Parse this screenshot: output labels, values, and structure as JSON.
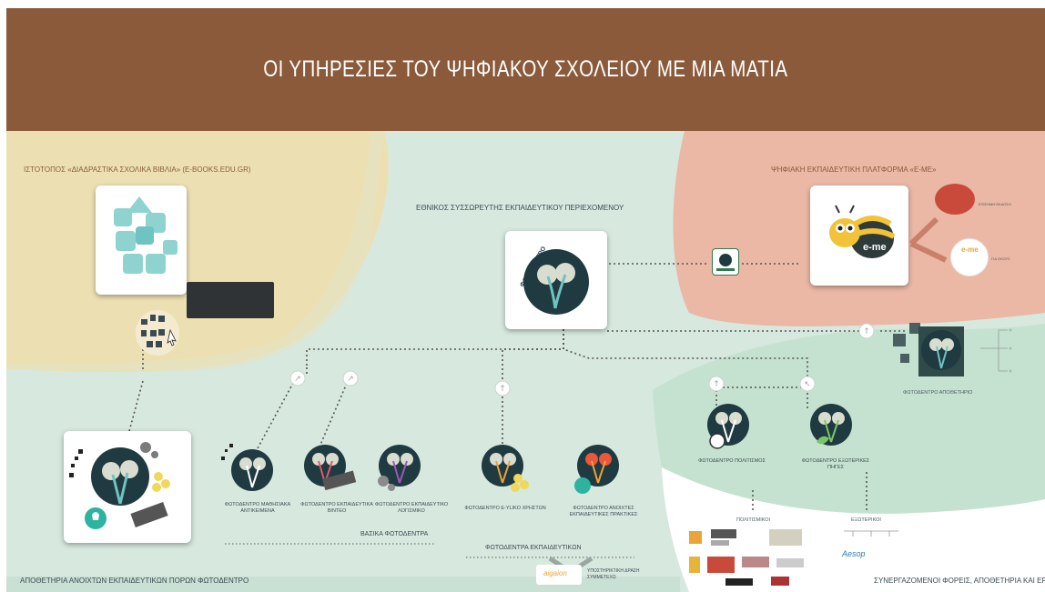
{
  "title": "ΟΙ ΥΠΗΡΕΣΙΕΣ ΤΟΥ ΨΗΦΙΑΚΟΥ ΣΧΟΛΕΙΟΥ ΜΕ ΜΙΑ ΜΑΤΙΑ",
  "colors": {
    "banner": "#8a5a3a",
    "yellow_zone": "#ecdfb0",
    "green_zone": "#cfe5d8",
    "pink_zone": "#eab6a3",
    "teal_node": "#1f3a40",
    "accent_orange": "#e9583a"
  },
  "ebooks": {
    "label": "ΙΣΤΟΤΟΠΟΣ «ΔΙΑΔΡΑΣΤΙΚΑ ΣΧΟΛΙΚΑ ΒΙΒΛΙΑ» (E-BOOKS.EDU.GR)",
    "icon": "puzzle-logo-icon"
  },
  "aggregator": {
    "label": "ΕΘΝΙΚΟΣ ΣΥΣΣΩΡΕΥΤΗΣ ΕΚΠΑΙΔΕΥΤΙΚΟΥ ΠΕΡΙΕΧΟΜΕΝΟΥ",
    "logo_text": "ΦΩΤΟΔΕΝΤΡΟ"
  },
  "eme": {
    "label": "ΨΗΦΙΑΚΗ ΕΚΠΑΙΔΕΥΤΙΚΗ ΠΛΑΤΦΟΡΜΑ «E-ME»",
    "logo_text": "e-me",
    "small_logo_text": "e-me",
    "side_labels": [
      "ΕΠΙΣΗΜΗ ΕΚΔΟΣΗ",
      "ΓΙΑ ΟΛΟΥΣ"
    ]
  },
  "nodes": [
    {
      "label": "ΦΩΤΟΔΕΝΤΡΟ ΜΑΘΗΣΙΑΚΑ ΑΝΤΙΚΕΙΜΕΝΑ",
      "color": "#ffffff"
    },
    {
      "label": "ΦΩΤΟΔΕΝΤΡΟ ΕΚΠΑΙΔΕΥΤΙΚΑ ΒΙΝΤΕΟ",
      "color": "#e05a6a"
    },
    {
      "label": "ΦΩΤΟΔΕΝΤΡΟ ΕΚΠΑΙΔΕΥΤΙΚΟ ΛΟΓΙΣΜΙΚΟ",
      "color": "#9b59b6"
    },
    {
      "label": "ΦΩΤΟΔΕΝΤΡΟ E-YLIKO ΧΡΗΣΤΩΝ",
      "color": "#e8a23a"
    },
    {
      "label": "ΦΩΤΟΔΕΝΤΡΟ ΑΝΟΙΧΤΕΣ ΕΚΠΑΙΔΕΥΤΙΚΕΣ ΠΡΑΚΤΙΚΕΣ",
      "color": "#e9583a"
    },
    {
      "label": "ΦΩΤΟΔΕΝΤΡΟ ΠΟΛΙΤΙΣΜΟΣ",
      "color": "#ffffff"
    },
    {
      "label": "ΦΩΤΟΔΕΝΤΡΟ ΕΞΩΤΕΡΙΚΕΣ ΠΗΓΕΣ",
      "color": "#7cc46a"
    }
  ],
  "groups": {
    "basic": "ΒΑΣΙΚΑ ΦΩΤΟΔΕΝΤΡΑ",
    "educational": "ΦΩΤΟΔΕΝΤΡΑ ΕΚΠΑΙΔΕΥΤΙΚΩΝ",
    "repository": "ΦΩΤΟΔΕΝΤΡΟ ΑΠΟΘΕΤΗΡΙΟ",
    "cultural": "ΠΟΛΙΤΙΣΜΙΚΟΙ",
    "external": "ΕΞΩΤΕΡΙΚΟΙ"
  },
  "bottom": {
    "left": "ΑΠΟΘΕΤΗΡΙΑ ΑΝΟΙΧΤΩΝ ΕΚΠΑΙΔΕΥΤΙΚΩΝ ΠΟΡΩΝ ΦΩΤΟΔΕΝΤΡΟ",
    "right": "ΣΥΝΕΡΓΑΖΟΜΕΝΟΙ ΦΟΡΕΙΣ, ΑΠΟΘΕΤΗΡΙΑ ΚΑΙ ΕΡΓ",
    "support_logo": "aigaion",
    "support_label": "ΥΠΟΣΤΗΡΙΚΤΙΚΗ ΔΡΑΣΗ ΣΥΜΜΕΤΕΧΩ",
    "aesop_logo": "Aesop"
  }
}
